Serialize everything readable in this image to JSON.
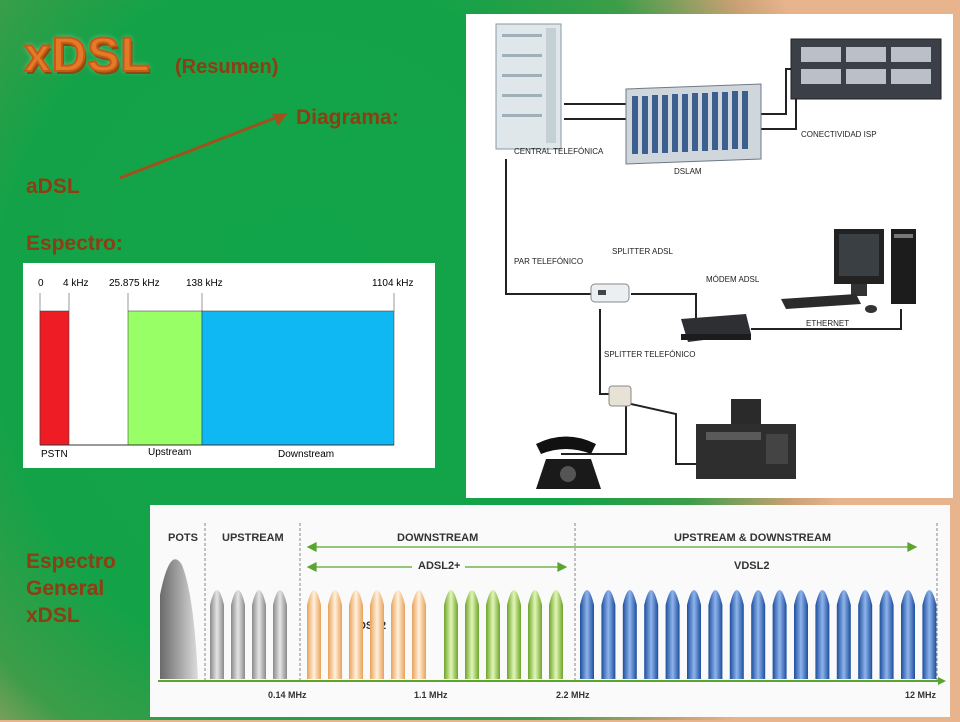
{
  "title": "xDSL",
  "subtitle": "(Resumen)",
  "labels": {
    "diagram": "Diagrama:",
    "adsl": "aDSL",
    "spectrum": "Espectro:",
    "general_line1": "Espectro",
    "general_line2": "General",
    "general_line3": "xDSL"
  },
  "spectrum": {
    "ticks": [
      "0",
      "4 kHz",
      "25.875 kHz",
      "138 kHz",
      "1104 kHz"
    ],
    "bands": [
      "PSTN",
      "Upstream",
      "Downstream"
    ],
    "colors": {
      "pstn": "#ee1c24",
      "upstream": "#99ff66",
      "downstream": "#0fb8f2"
    }
  },
  "network": {
    "central": "CENTRAL TELEFÓNICA",
    "dslam": "DSLAM",
    "isp": "CONECTIVIDAD ISP",
    "pair": "PAR TELEFÓNICO",
    "splitter_adsl": "SPLITTER ADSL",
    "modem": "MÓDEM ADSL",
    "ethernet": "ETHERNET",
    "splitter_tel": "SPLITTER TELEFÓNICO"
  },
  "xdsl": {
    "headers": [
      "POTS",
      "UPSTREAM",
      "DOWNSTREAM",
      "UPSTREAM & DOWNSTREAM"
    ],
    "adsl2plus": "ADSL2+",
    "vdsl2": "VDSL2",
    "adsl2": "ADSL2",
    "freqs": [
      "0.14 MHz",
      "1.1 MHz",
      "2.2 MHz",
      "12 MHz"
    ]
  }
}
